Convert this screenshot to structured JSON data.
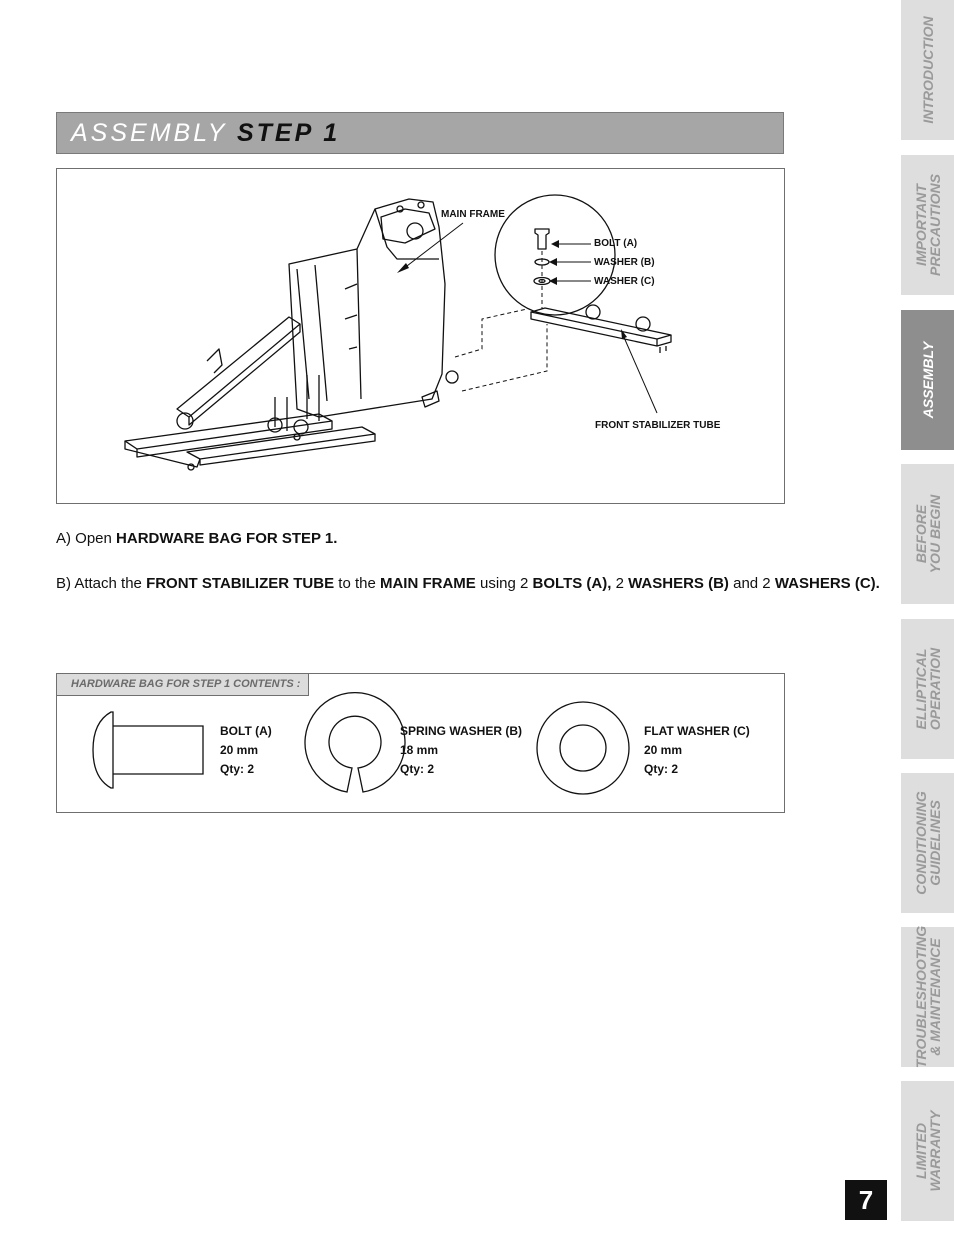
{
  "title": {
    "light": "ASSEMBLY",
    "bold": "STEP 1"
  },
  "diagram": {
    "labels": {
      "main_frame": "MAIN FRAME",
      "bolt_a": "BOLT (A)",
      "washer_b": "WASHER (B)",
      "washer_c": "WASHER (C)",
      "front_stabilizer": "FRONT STABILIZER TUBE"
    }
  },
  "instructions": {
    "a": {
      "p1": "A) Open ",
      "b1": "HARDWARE BAG FOR STEP 1."
    },
    "b": {
      "p1": "B) Attach the ",
      "b1": "FRONT STABILIZER TUBE",
      "p2": " to the ",
      "b2": "MAIN FRAME",
      "p3": " using 2 ",
      "b3": "BOLTS (A),",
      "p4": " 2 ",
      "b4": "WASHERS (B)",
      "p5": " and 2 ",
      "b5": "WASHERS (C)."
    }
  },
  "hardware": {
    "header": "HARDWARE BAG FOR STEP 1 CONTENTS :",
    "parts": [
      {
        "name": "BOLT (A)",
        "size": "20 mm",
        "qty": "Qty: 2"
      },
      {
        "name": "SPRING WASHER (B)",
        "size": "18 mm",
        "qty": "Qty: 2"
      },
      {
        "name": "FLAT WASHER (C)",
        "size": "20 mm",
        "qty": "Qty: 2"
      }
    ]
  },
  "side_tabs": [
    {
      "label": "INTRODUCTION",
      "active": false
    },
    {
      "label": "IMPORTANT\nPRECAUTIONS",
      "active": false
    },
    {
      "label": "ASSEMBLY",
      "active": true
    },
    {
      "label": "BEFORE\nYOU BEGIN",
      "active": false
    },
    {
      "label": "ELLIPTICAL\nOPERATION",
      "active": false
    },
    {
      "label": "CONDITIONING\nGUIDELINES",
      "active": false
    },
    {
      "label": "TROUBLESHOOTING\n& MAINTENANCE",
      "active": false
    },
    {
      "label": "LIMITED\nWARRANTY",
      "active": false
    }
  ],
  "page_number": "7"
}
